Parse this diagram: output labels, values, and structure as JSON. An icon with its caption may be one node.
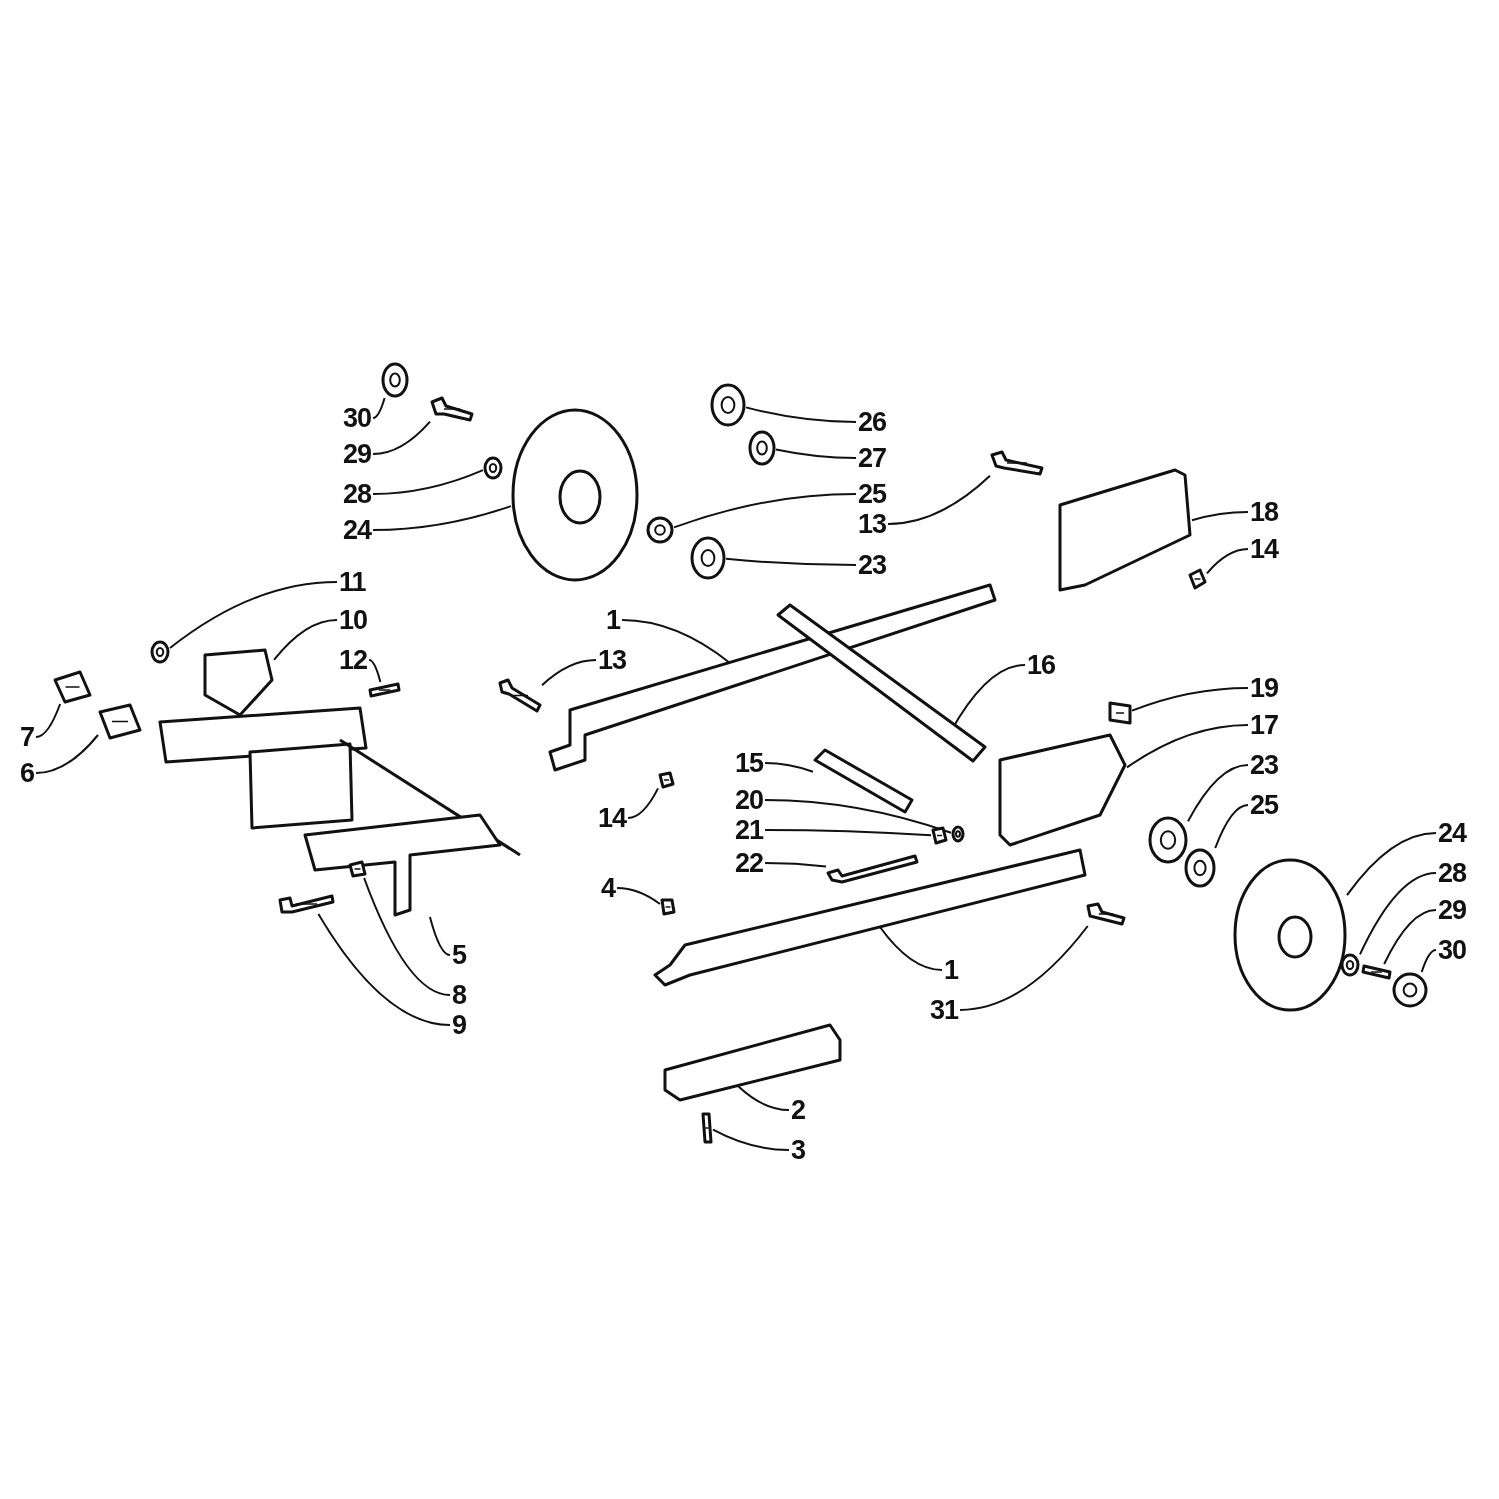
{
  "diagram": {
    "nodes": [
      {
        "text": [
          "30"
        ]
      },
      {
        "text": [
          "29"
        ]
      },
      {
        "text": [
          "28"
        ]
      },
      {
        "text": [
          "24"
        ]
      },
      {
        "text": [
          "26"
        ]
      },
      {
        "text": [
          "27"
        ]
      },
      {
        "text": [
          "25"
        ]
      },
      {
        "text": [
          "13"
        ]
      },
      {
        "text": [
          "23"
        ]
      },
      {
        "text": [
          "18"
        ]
      },
      {
        "text": [
          "14"
        ]
      },
      {
        "text": [
          "11"
        ]
      },
      {
        "text": [
          "10"
        ]
      },
      {
        "text": [
          "12"
        ]
      },
      {
        "text": [
          "1"
        ]
      },
      {
        "text": [
          "13"
        ]
      },
      {
        "text": [
          "16"
        ]
      },
      {
        "text": [
          "19"
        ]
      },
      {
        "text": [
          "7"
        ]
      },
      {
        "text": [
          "17"
        ]
      },
      {
        "text": [
          "6"
        ]
      },
      {
        "text": [
          "15"
        ]
      },
      {
        "text": [
          "23"
        ]
      },
      {
        "text": [
          "20"
        ]
      },
      {
        "text": [
          "25"
        ]
      },
      {
        "text": [
          "21"
        ]
      },
      {
        "text": [
          "14"
        ]
      },
      {
        "text": [
          "22"
        ]
      },
      {
        "text": [
          "24"
        ]
      },
      {
        "text": [
          "4"
        ]
      },
      {
        "text": [
          "28"
        ]
      },
      {
        "text": [
          "29"
        ]
      },
      {
        "text": [
          "5"
        ]
      },
      {
        "text": [
          "30"
        ]
      },
      {
        "text": [
          "8"
        ]
      },
      {
        "text": [
          "1"
        ]
      },
      {
        "text": [
          "9"
        ]
      },
      {
        "text": [
          "31"
        ]
      },
      {
        "text": [
          "2"
        ]
      },
      {
        "text": [
          "3"
        ]
      },
      {
        "text": [],
        "shape": "picture"
      },
      {
        "text": [],
        "shape": "picture"
      },
      {
        "text": [],
        "shape": "picture"
      },
      {
        "text": [],
        "shape": "picture"
      },
      {
        "text": [],
        "shape": "picture"
      },
      {
        "text": [],
        "shape": "picture"
      },
      {
        "text": [],
        "shape": "picture"
      },
      {
        "text": [],
        "shape": "picture"
      },
      {
        "text": [],
        "shape": "picture"
      },
      {
        "text": [],
        "shape": "picture"
      },
      {
        "text": [],
        "shape": "picture"
      },
      {
        "text": [],
        "shape": "picture"
      },
      {
        "text": [],
        "shape": "picture"
      },
      {
        "text": [],
        "shape": "picture"
      },
      {
        "text": [],
        "shape": "picture"
      },
      {
        "text": [],
        "shape": "picture"
      },
      {
        "text": [],
        "shape": "picture"
      },
      {
        "text": [],
        "shape": "picture"
      },
      {
        "text": [],
        "shape": "picture"
      },
      {
        "text": [],
        "shape": "picture"
      },
      {
        "text": [],
        "shape": "picture"
      },
      {
        "text": [],
        "shape": "picture"
      },
      {
        "text": [],
        "shape": "picture"
      },
      {
        "text": [],
        "shape": "picture"
      },
      {
        "text": [],
        "shape": "picture"
      },
      {
        "text": [],
        "shape": "picture"
      },
      {
        "text": [],
        "shape": "picture"
      },
      {
        "text": [],
        "shape": "picture"
      },
      {
        "text": [],
        "shape": "picture"
      },
      {
        "text": [],
        "shape": "picture"
      },
      {
        "text": [],
        "shape": "picture"
      },
      {
        "text": [],
        "shape": "picture"
      },
      {
        "text": [],
        "shape": "picture"
      },
      {
        "text": [],
        "shape": "picture"
      },
      {
        "text": [],
        "shape": "picture"
      },
      {
        "text": [],
        "shape": "picture"
      },
      {
        "text": [],
        "shape": "picture"
      },
      {
        "text": [],
        "shape": "picture"
      },
      {
        "text": [],
        "shape": "picture"
      },
      {
        "text": [],
        "shape": "picture"
      }
    ],
    "edges": [
      {
        "from": 0,
        "to": 40,
        "arrow": "none"
      },
      {
        "from": 1,
        "to": 41,
        "arrow": "none"
      },
      {
        "from": 2,
        "to": 42,
        "arrow": "none"
      },
      {
        "from": 3,
        "to": 43,
        "arrow": "none"
      },
      {
        "from": 4,
        "to": 44,
        "arrow": "none"
      },
      {
        "from": 5,
        "to": 45,
        "arrow": "none"
      },
      {
        "from": 6,
        "to": 46,
        "arrow": "none"
      },
      {
        "from": 7,
        "to": 47,
        "arrow": "none"
      },
      {
        "from": 8,
        "to": 48,
        "arrow": "none"
      },
      {
        "from": 9,
        "to": 49,
        "arrow": "none"
      },
      {
        "from": 10,
        "to": 50,
        "arrow": "none"
      },
      {
        "from": 11,
        "to": 51,
        "arrow": "none"
      },
      {
        "from": 12,
        "to": 52,
        "arrow": "none"
      },
      {
        "from": 13,
        "to": 53,
        "arrow": "none"
      },
      {
        "from": 14,
        "to": 54,
        "arrow": "none"
      },
      {
        "from": 15,
        "to": 55,
        "arrow": "none"
      },
      {
        "from": 16,
        "to": 56,
        "arrow": "none"
      },
      {
        "from": 17,
        "to": 57,
        "arrow": "none"
      },
      {
        "from": 18,
        "to": 58,
        "arrow": "none"
      },
      {
        "from": 19,
        "to": 59,
        "arrow": "none"
      },
      {
        "from": 20,
        "to": 60,
        "arrow": "none"
      },
      {
        "from": 21,
        "to": 61,
        "arrow": "none"
      },
      {
        "from": 22,
        "to": 62,
        "arrow": "none"
      },
      {
        "from": 23,
        "to": 63,
        "arrow": "none"
      },
      {
        "from": 24,
        "to": 64,
        "arrow": "none"
      },
      {
        "from": 25,
        "to": 65,
        "arrow": "none"
      },
      {
        "from": 26,
        "to": 66,
        "arrow": "none"
      },
      {
        "from": 27,
        "to": 67,
        "arrow": "none"
      },
      {
        "from": 28,
        "to": 68,
        "arrow": "none"
      },
      {
        "from": 29,
        "to": 69,
        "arrow": "none"
      },
      {
        "from": 30,
        "to": 70,
        "arrow": "none"
      },
      {
        "from": 31,
        "to": 71,
        "arrow": "none"
      },
      {
        "from": 32,
        "to": 72,
        "arrow": "none"
      },
      {
        "from": 33,
        "to": 73,
        "arrow": "none"
      },
      {
        "from": 34,
        "to": 74,
        "arrow": "none"
      },
      {
        "from": 35,
        "to": 75,
        "arrow": "none"
      },
      {
        "from": 36,
        "to": 76,
        "arrow": "none"
      },
      {
        "from": 37,
        "to": 77,
        "arrow": "none"
      },
      {
        "from": 38,
        "to": 78,
        "arrow": "none"
      },
      {
        "from": 39,
        "to": 79,
        "arrow": "none"
      }
    ]
  }
}
